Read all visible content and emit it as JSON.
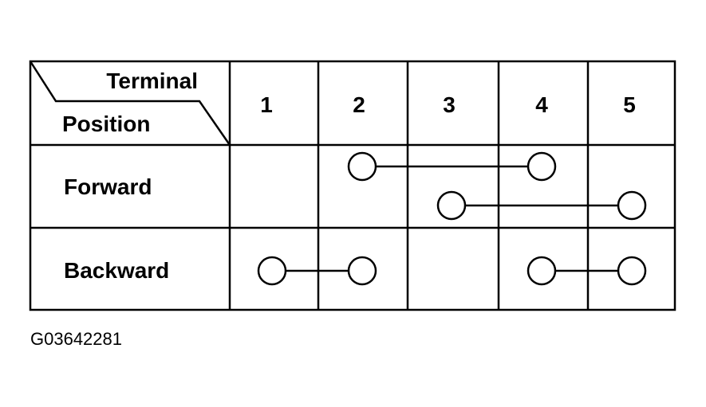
{
  "table": {
    "header_terminal": "Terminal",
    "header_position": "Position",
    "terminals": [
      "1",
      "2",
      "3",
      "4",
      "5"
    ],
    "rows": [
      {
        "label": "Forward",
        "connections": [
          [
            2,
            4
          ],
          [
            3,
            5
          ]
        ]
      },
      {
        "label": "Backward",
        "connections": [
          [
            1,
            2
          ],
          [
            4,
            5
          ]
        ]
      }
    ]
  },
  "figure_id": "G03642281"
}
